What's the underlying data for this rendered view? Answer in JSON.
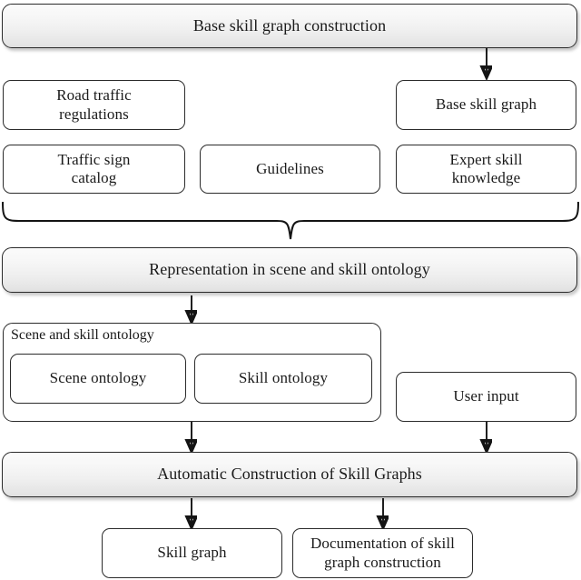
{
  "diagram": {
    "title": "Base skill graph construction flowchart",
    "type": "flowchart",
    "colors": {
      "bar_fill_top": "#fbfbfb",
      "bar_fill_bottom": "#dedede",
      "node_fill": "#ffffff",
      "stroke": "#2b2b2b",
      "arrow": "#141414",
      "background": "#ffffff"
    }
  },
  "stages": {
    "base_construction": "Base skill graph construction",
    "representation": "Representation in scene and skill ontology",
    "automatic_construction": "Automatic Construction of Skill Graphs"
  },
  "sources": [
    {
      "id": "road-traffic-regulations",
      "label": "Road traffic\nregulations"
    },
    {
      "id": "traffic-sign-catalog",
      "label": "Traffic sign\ncatalog"
    },
    {
      "id": "guidelines",
      "label": "Guidelines"
    },
    {
      "id": "expert-skill-knowledge",
      "label": "Expert skill\nknowledge"
    }
  ],
  "artifacts": {
    "base_skill_graph": "Base skill graph",
    "user_input": "User input"
  },
  "ontology_group": {
    "title": "Scene and skill ontology",
    "children": [
      {
        "id": "scene-ontology",
        "label": "Scene ontology"
      },
      {
        "id": "skill-ontology",
        "label": "Skill ontology"
      }
    ],
    "relation": "bidirectional"
  },
  "outputs": [
    {
      "id": "skill-graph",
      "label": "Skill graph"
    },
    {
      "id": "documentation",
      "label": "Documentation of skill\ngraph construction"
    }
  ],
  "edges": [
    {
      "from": "base-skill-graph-construction",
      "to": "base-skill-graph",
      "kind": "arrow"
    },
    {
      "from": "sources-brace",
      "to": "representation",
      "kind": "brace"
    },
    {
      "from": "representation",
      "to": "scene-and-skill-ontology",
      "kind": "arrow"
    },
    {
      "from": "scene-ontology",
      "to": "skill-ontology",
      "kind": "double-arrow"
    },
    {
      "from": "scene-and-skill-ontology",
      "to": "automatic-construction",
      "kind": "arrow"
    },
    {
      "from": "user-input",
      "to": "automatic-construction",
      "kind": "arrow"
    },
    {
      "from": "automatic-construction",
      "to": "skill-graph",
      "kind": "arrow"
    },
    {
      "from": "automatic-construction",
      "to": "documentation",
      "kind": "arrow"
    }
  ]
}
